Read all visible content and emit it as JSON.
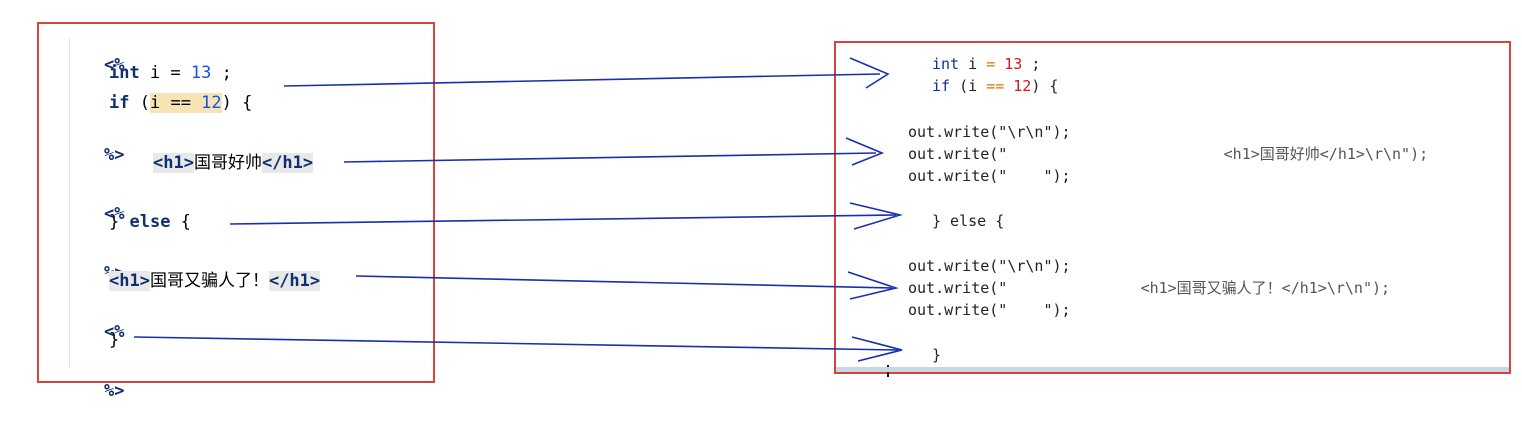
{
  "left_code": {
    "open1": "<%",
    "int_kw": "int",
    "int_rest": " i = ",
    "int_num": "13",
    "int_end": " ;",
    "if_kw": "if",
    "if_open": " (",
    "if_hl_var": "i",
    "if_hl_op": " == ",
    "if_hl_num": "12",
    "if_close": ") {",
    "close1": "%>",
    "h1_open_tag": "<h1>",
    "h1_text": "国哥好帅",
    "h1_close_tag": "</h1>",
    "open2": "<%",
    "else_brace": "} ",
    "else_kw": "else",
    "else_end": " {",
    "close2": "%>",
    "h1b_open_tag": "<h1>",
    "h1b_text": "国哥又骗人了！",
    "h1b_close_tag": "</h1>",
    "open3": "<%",
    "final_brace": "}",
    "close3": "%>"
  },
  "right_code": {
    "l1_kw": "int",
    "l1_mid": " i ",
    "l1_op": "=",
    "l1_num": "13",
    "l1_end": " ;",
    "l2_kw": "if",
    "l2_open": " (i ",
    "l2_op": "==",
    "l2_num": "12",
    "l2_end": ") {",
    "w1": "out.write(\"\\r\\n\");",
    "w2_pre": "out.write(\"          ",
    "w2_zh": "<h1>国哥好帅</h1>\\r\\n\");",
    "w3": "out.write(\"    \");",
    "else_line": "} else {",
    "w4": "out.write(\"\\r\\n\");",
    "w5_pre": "out.write(\"       ",
    "w5_zh": "<h1>国哥又骗人了！</h1>\\r\\n\");",
    "w6": "out.write(\"    \");",
    "final_brace": "}"
  },
  "colors": {
    "border": "#d9443a",
    "arrow": "#1a2fb0",
    "keyword": "#0f2f6f",
    "number": "#1750eb",
    "highlight": "#f6e4b4"
  }
}
